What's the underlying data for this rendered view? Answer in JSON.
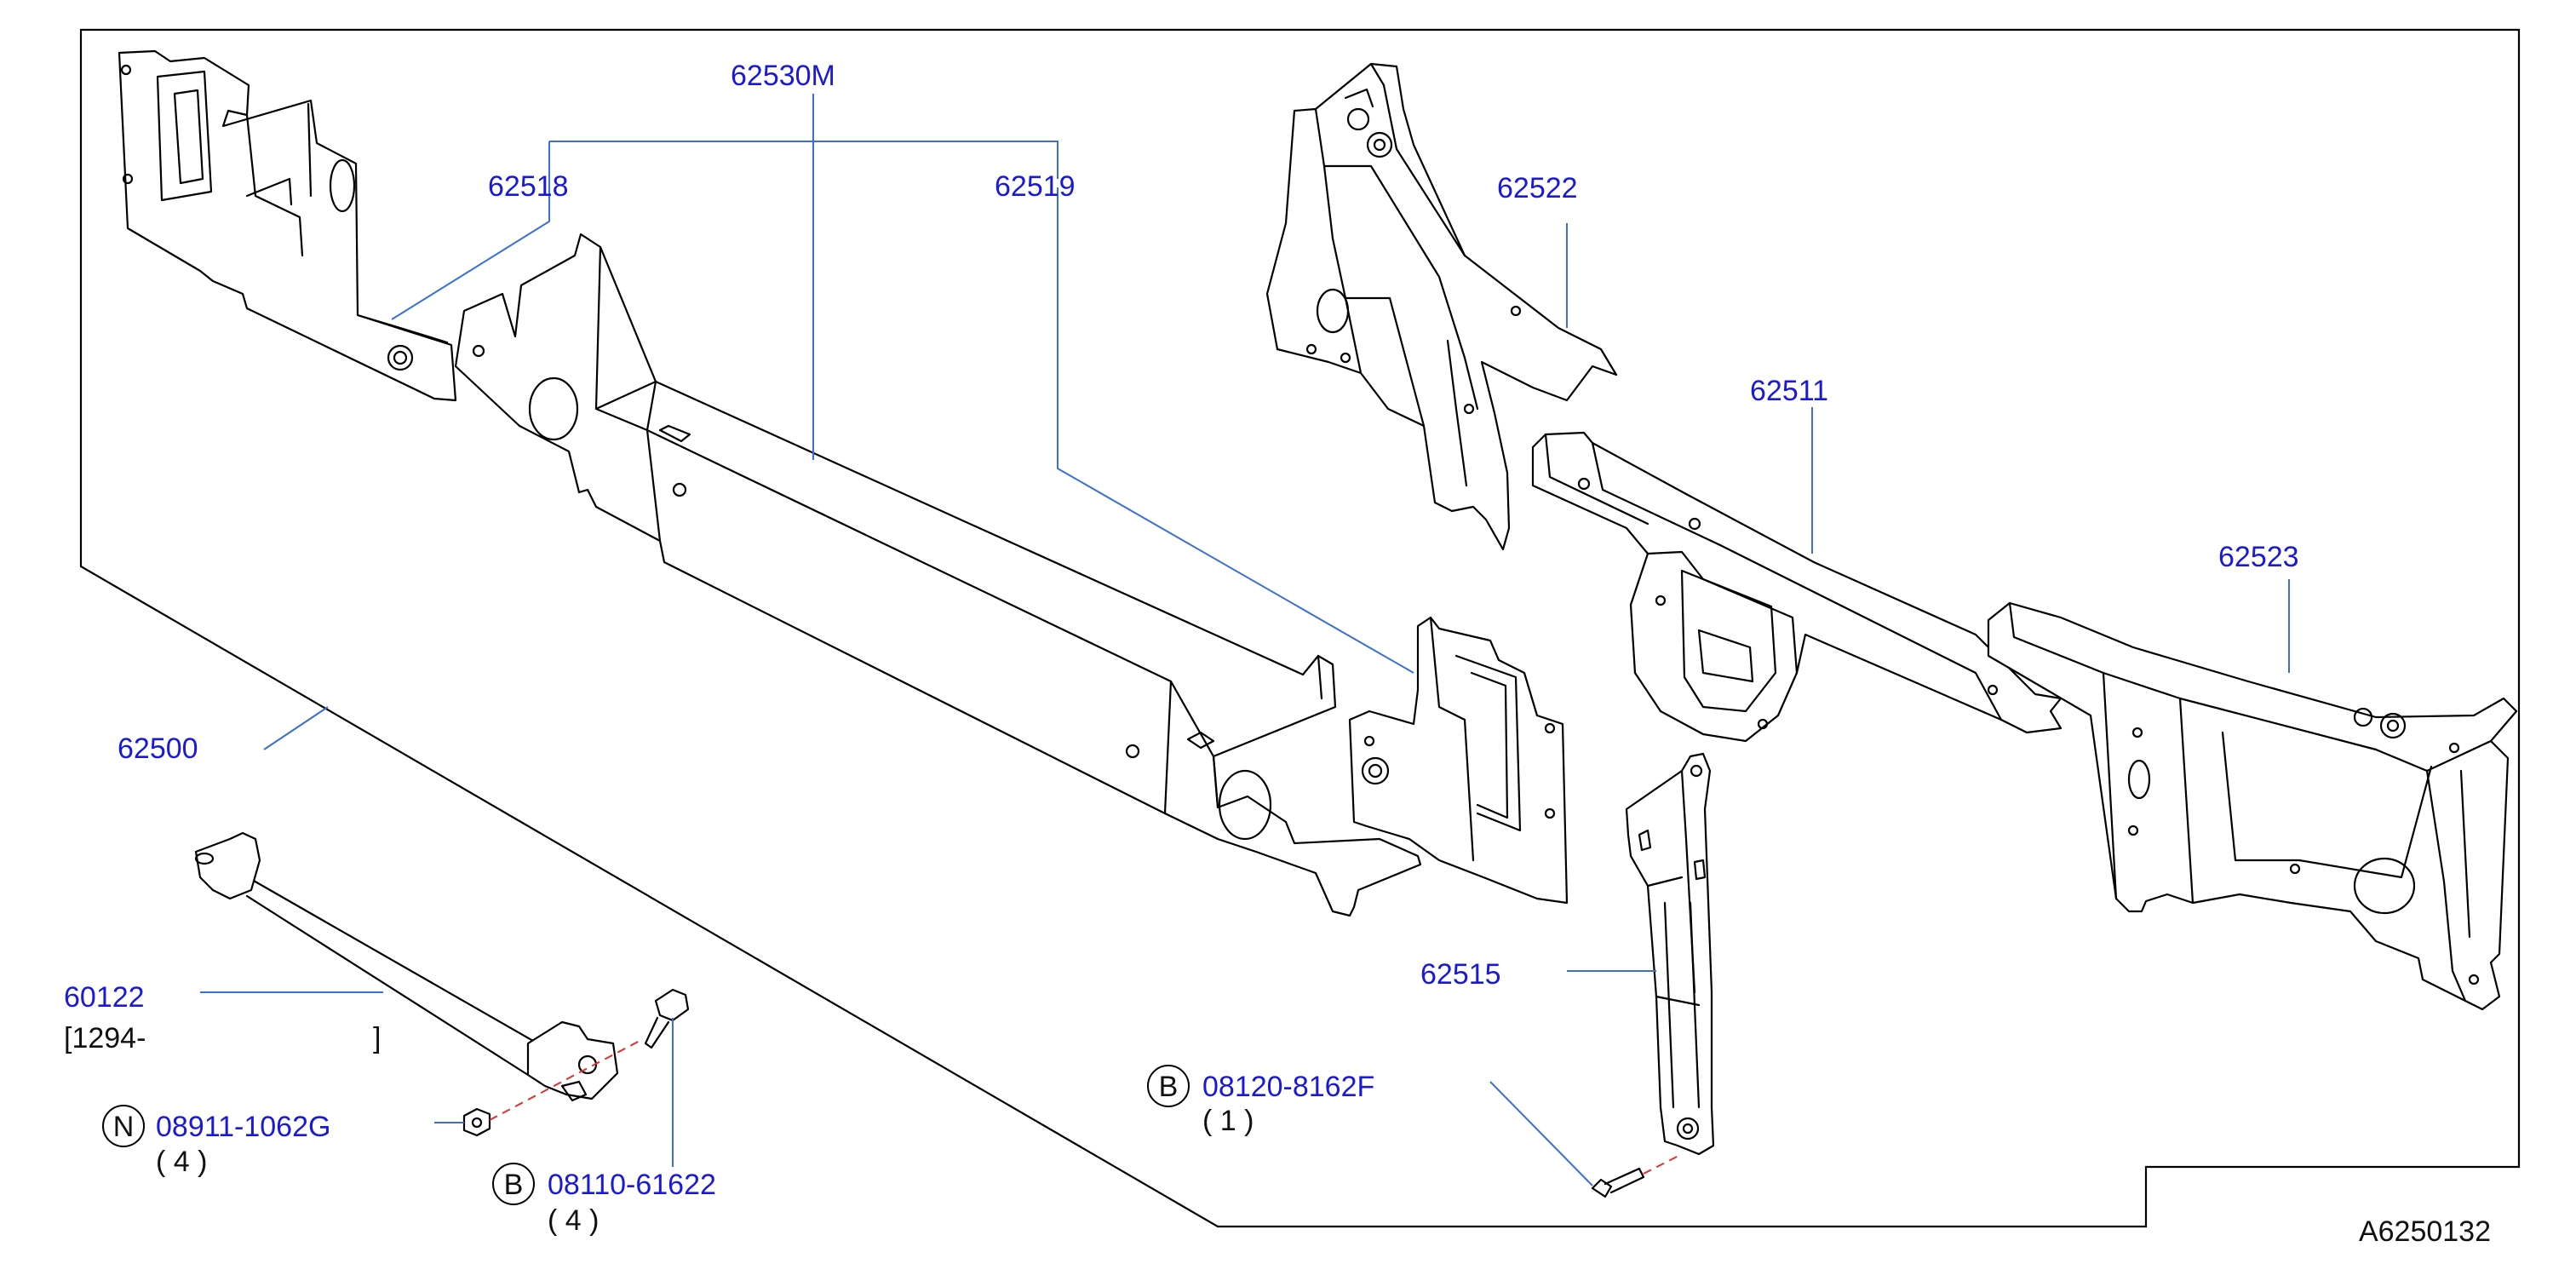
{
  "diagram_id": "A6250132",
  "parts": {
    "p62530M": "62530M",
    "p62518": "62518",
    "p62519": "62519",
    "p62522": "62522",
    "p62511": "62511",
    "p62523": "62523",
    "p62500": "62500",
    "p62515": "62515",
    "p60122": "60122",
    "p60122_range": "[1294-",
    "p60122_range_end": "]"
  },
  "fasteners": {
    "nut": {
      "symbol": "N",
      "part": "08911-1062G",
      "qty": "( 4 )"
    },
    "bolt_a": {
      "symbol": "B",
      "part": "08110-61622",
      "qty": "( 4 )"
    },
    "bolt_b": {
      "symbol": "B",
      "part": "08120-8162F",
      "qty": "( 1 )"
    }
  }
}
